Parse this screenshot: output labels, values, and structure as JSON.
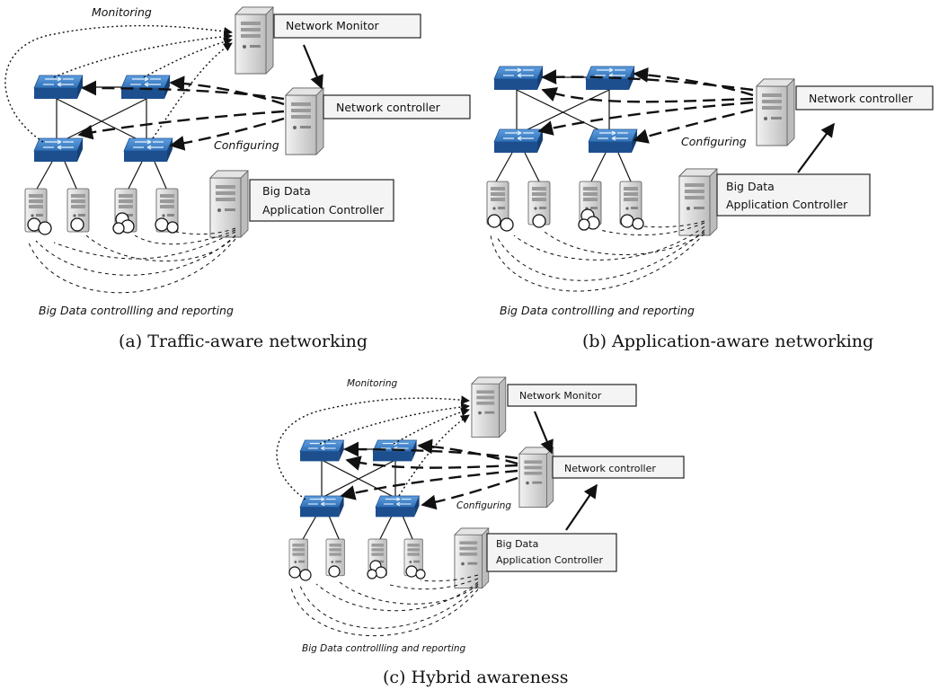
{
  "panels": [
    {
      "caption": "(a) Traffic-aware networking",
      "network_monitor": "Network Monitor",
      "network_controller": "Network controller",
      "app_controller_line1": "Big Data",
      "app_controller_line2": "Application Controller",
      "monitoring": "Monitoring",
      "configuring": "Configuring",
      "reporting": "Big Data controllling and reporting"
    },
    {
      "caption": "(b) Application-aware networking",
      "network_controller": "Network controller",
      "app_controller_line1": "Big Data",
      "app_controller_line2": "Application Controller",
      "configuring": "Configuring",
      "reporting": "Big Data controllling and reporting"
    },
    {
      "caption": "(c) Hybrid awareness",
      "network_monitor": "Network Monitor",
      "network_controller": "Network controller",
      "app_controller_line1": "Big Data",
      "app_controller_line2": "Application Controller",
      "monitoring": "Monitoring",
      "configuring": "Configuring",
      "reporting": "Big Data controllling and reporting"
    }
  ],
  "colors": {
    "switch_top": "#3f83c9",
    "switch_side": "#1d4f8f",
    "server_body": "#d8d8d8",
    "label_box": "#f4f4f4"
  }
}
